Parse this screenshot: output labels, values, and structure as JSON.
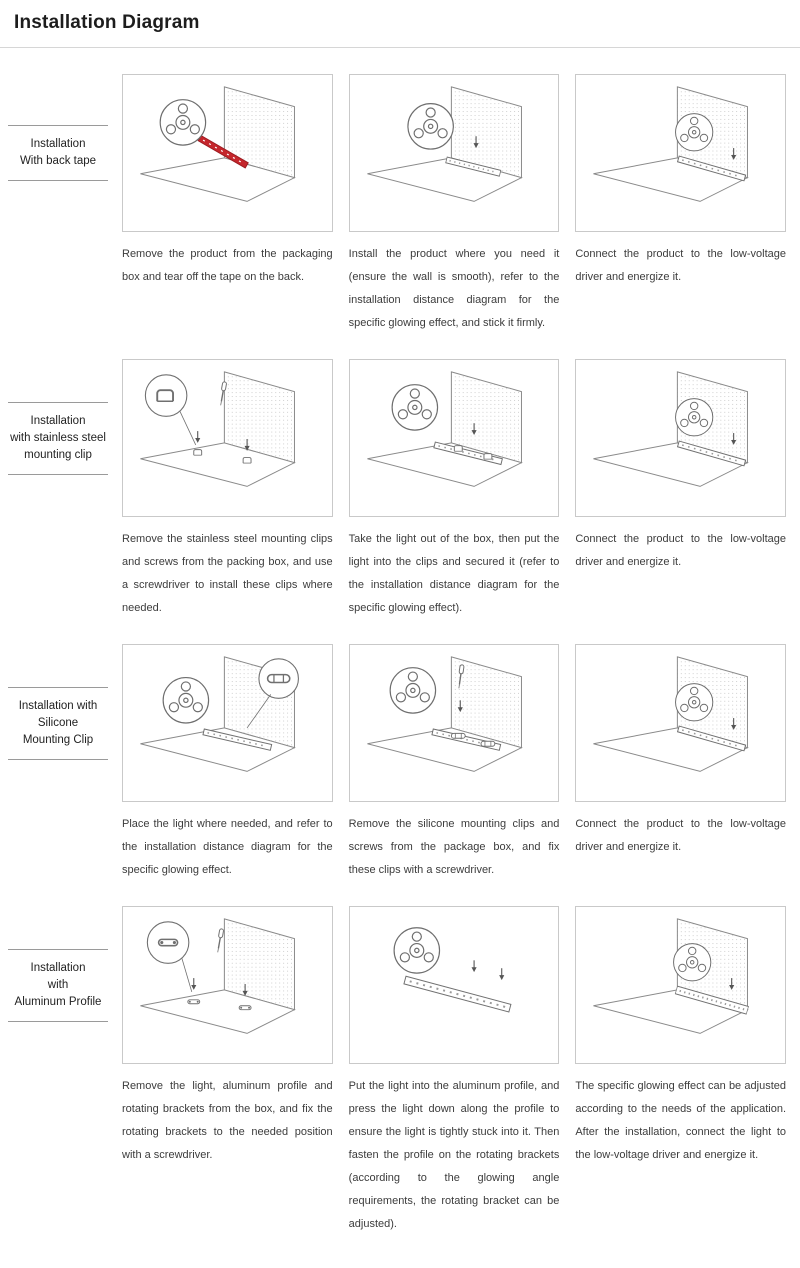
{
  "page": {
    "title": "Installation Diagram"
  },
  "colors": {
    "accent_red": "#c5262c",
    "line_gray": "#9a9a9a",
    "border_gray": "#c9c9c9",
    "text": "#3c3c3c"
  },
  "rows": [
    {
      "label": "Installation\nWith back tape",
      "steps": [
        {
          "illustration": "reel-with-red-back-tape",
          "caption": "Remove the product from the packaging box and tear off the tape on the back."
        },
        {
          "illustration": "stick-strip-on-surface",
          "caption": "Install the product where you need it (ensure the wall is smooth), refer to the installation distance diagram for the specific glowing effect, and stick it firmly."
        },
        {
          "illustration": "strip-installed-connect-driver",
          "caption": "Connect the product to the low-voltage driver and energize it."
        }
      ]
    },
    {
      "label": "Installation\nwith stainless steel\nmounting clip",
      "steps": [
        {
          "illustration": "install-steel-clips-with-screwdriver",
          "caption": "Remove the stainless steel mounting clips and screws from the packing box, and use a screwdriver to install these clips where needed."
        },
        {
          "illustration": "put-light-into-steel-clips",
          "caption": "Take the light out of the box, then put the light into the clips and secured it (refer to the installation distance diagram for the specific glowing effect)."
        },
        {
          "illustration": "strip-installed-connect-driver",
          "caption": "Connect the product to the low-voltage driver and energize it."
        }
      ]
    },
    {
      "label": "Installation with\nSilicone\nMounting Clip",
      "steps": [
        {
          "illustration": "place-light-silicone-clip-detail",
          "caption": "Place the light where needed, and refer to the installation distance diagram for the specific glowing effect."
        },
        {
          "illustration": "fix-silicone-clips-with-screwdriver",
          "caption": "Remove the silicone mounting clips and screws from the package box, and fix these clips with a screwdriver."
        },
        {
          "illustration": "strip-installed-connect-driver",
          "caption": "Connect the product to the low-voltage driver and energize it."
        }
      ]
    },
    {
      "label": "Installation\nwith\nAluminum Profile",
      "steps": [
        {
          "illustration": "install-rotating-brackets",
          "caption": "Remove the light, aluminum profile and rotating brackets from the box, and fix the rotating brackets to the needed position with a screwdriver."
        },
        {
          "illustration": "press-light-into-aluminum-profile",
          "caption": "Put the light into the aluminum profile, and press the light down along the profile to ensure the light is tightly stuck into it. Then fasten the profile on the rotating brackets (according to the glowing angle requirements, the rotating bracket can be adjusted)."
        },
        {
          "illustration": "profile-installed-connect-driver",
          "caption": "The specific glowing effect can be adjusted according to the needs of the application. After the installation, connect the light to the low-voltage driver and energize it."
        }
      ]
    }
  ]
}
